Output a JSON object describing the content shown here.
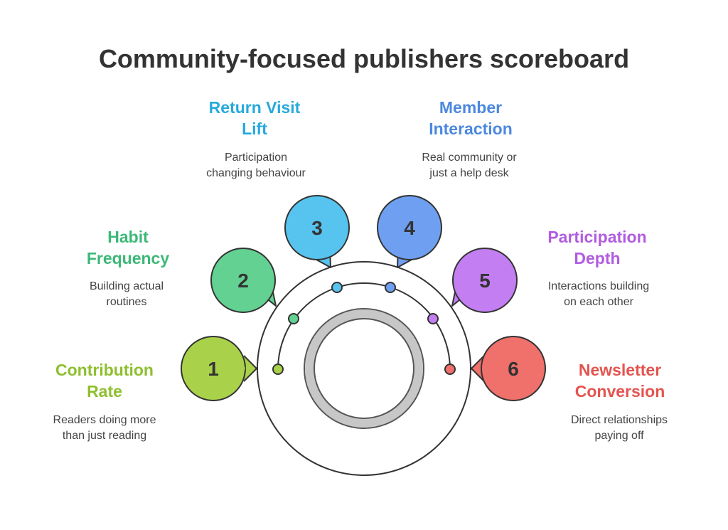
{
  "title": "Community-focused publishers scoreboard",
  "items": [
    {
      "number": "1",
      "title": "Contribution\nRate",
      "description": "Readers doing more\nthan just reading",
      "color": "#8fbf2f",
      "bubble": "#a9d24a"
    },
    {
      "number": "2",
      "title": "Habit\nFrequency",
      "description": "Building actual\nroutines",
      "color": "#3cb878",
      "bubble": "#62d191"
    },
    {
      "number": "3",
      "title": "Return Visit\nLift",
      "description": "Participation\nchanging behaviour",
      "color": "#27a9dc",
      "bubble": "#56c4ee"
    },
    {
      "number": "4",
      "title": "Member\nInteraction",
      "description": "Real community or\njust a help desk",
      "color": "#4c88e0",
      "bubble": "#6f9ff0"
    },
    {
      "number": "5",
      "title": "Participation\nDepth",
      "description": "Interactions building\non each other",
      "color": "#b15ce0",
      "bubble": "#c37ef2"
    },
    {
      "number": "6",
      "title": "Newsletter\nConversion",
      "description": "Direct relationships\npaying off",
      "color": "#e4544f",
      "bubble": "#f0706b"
    }
  ]
}
